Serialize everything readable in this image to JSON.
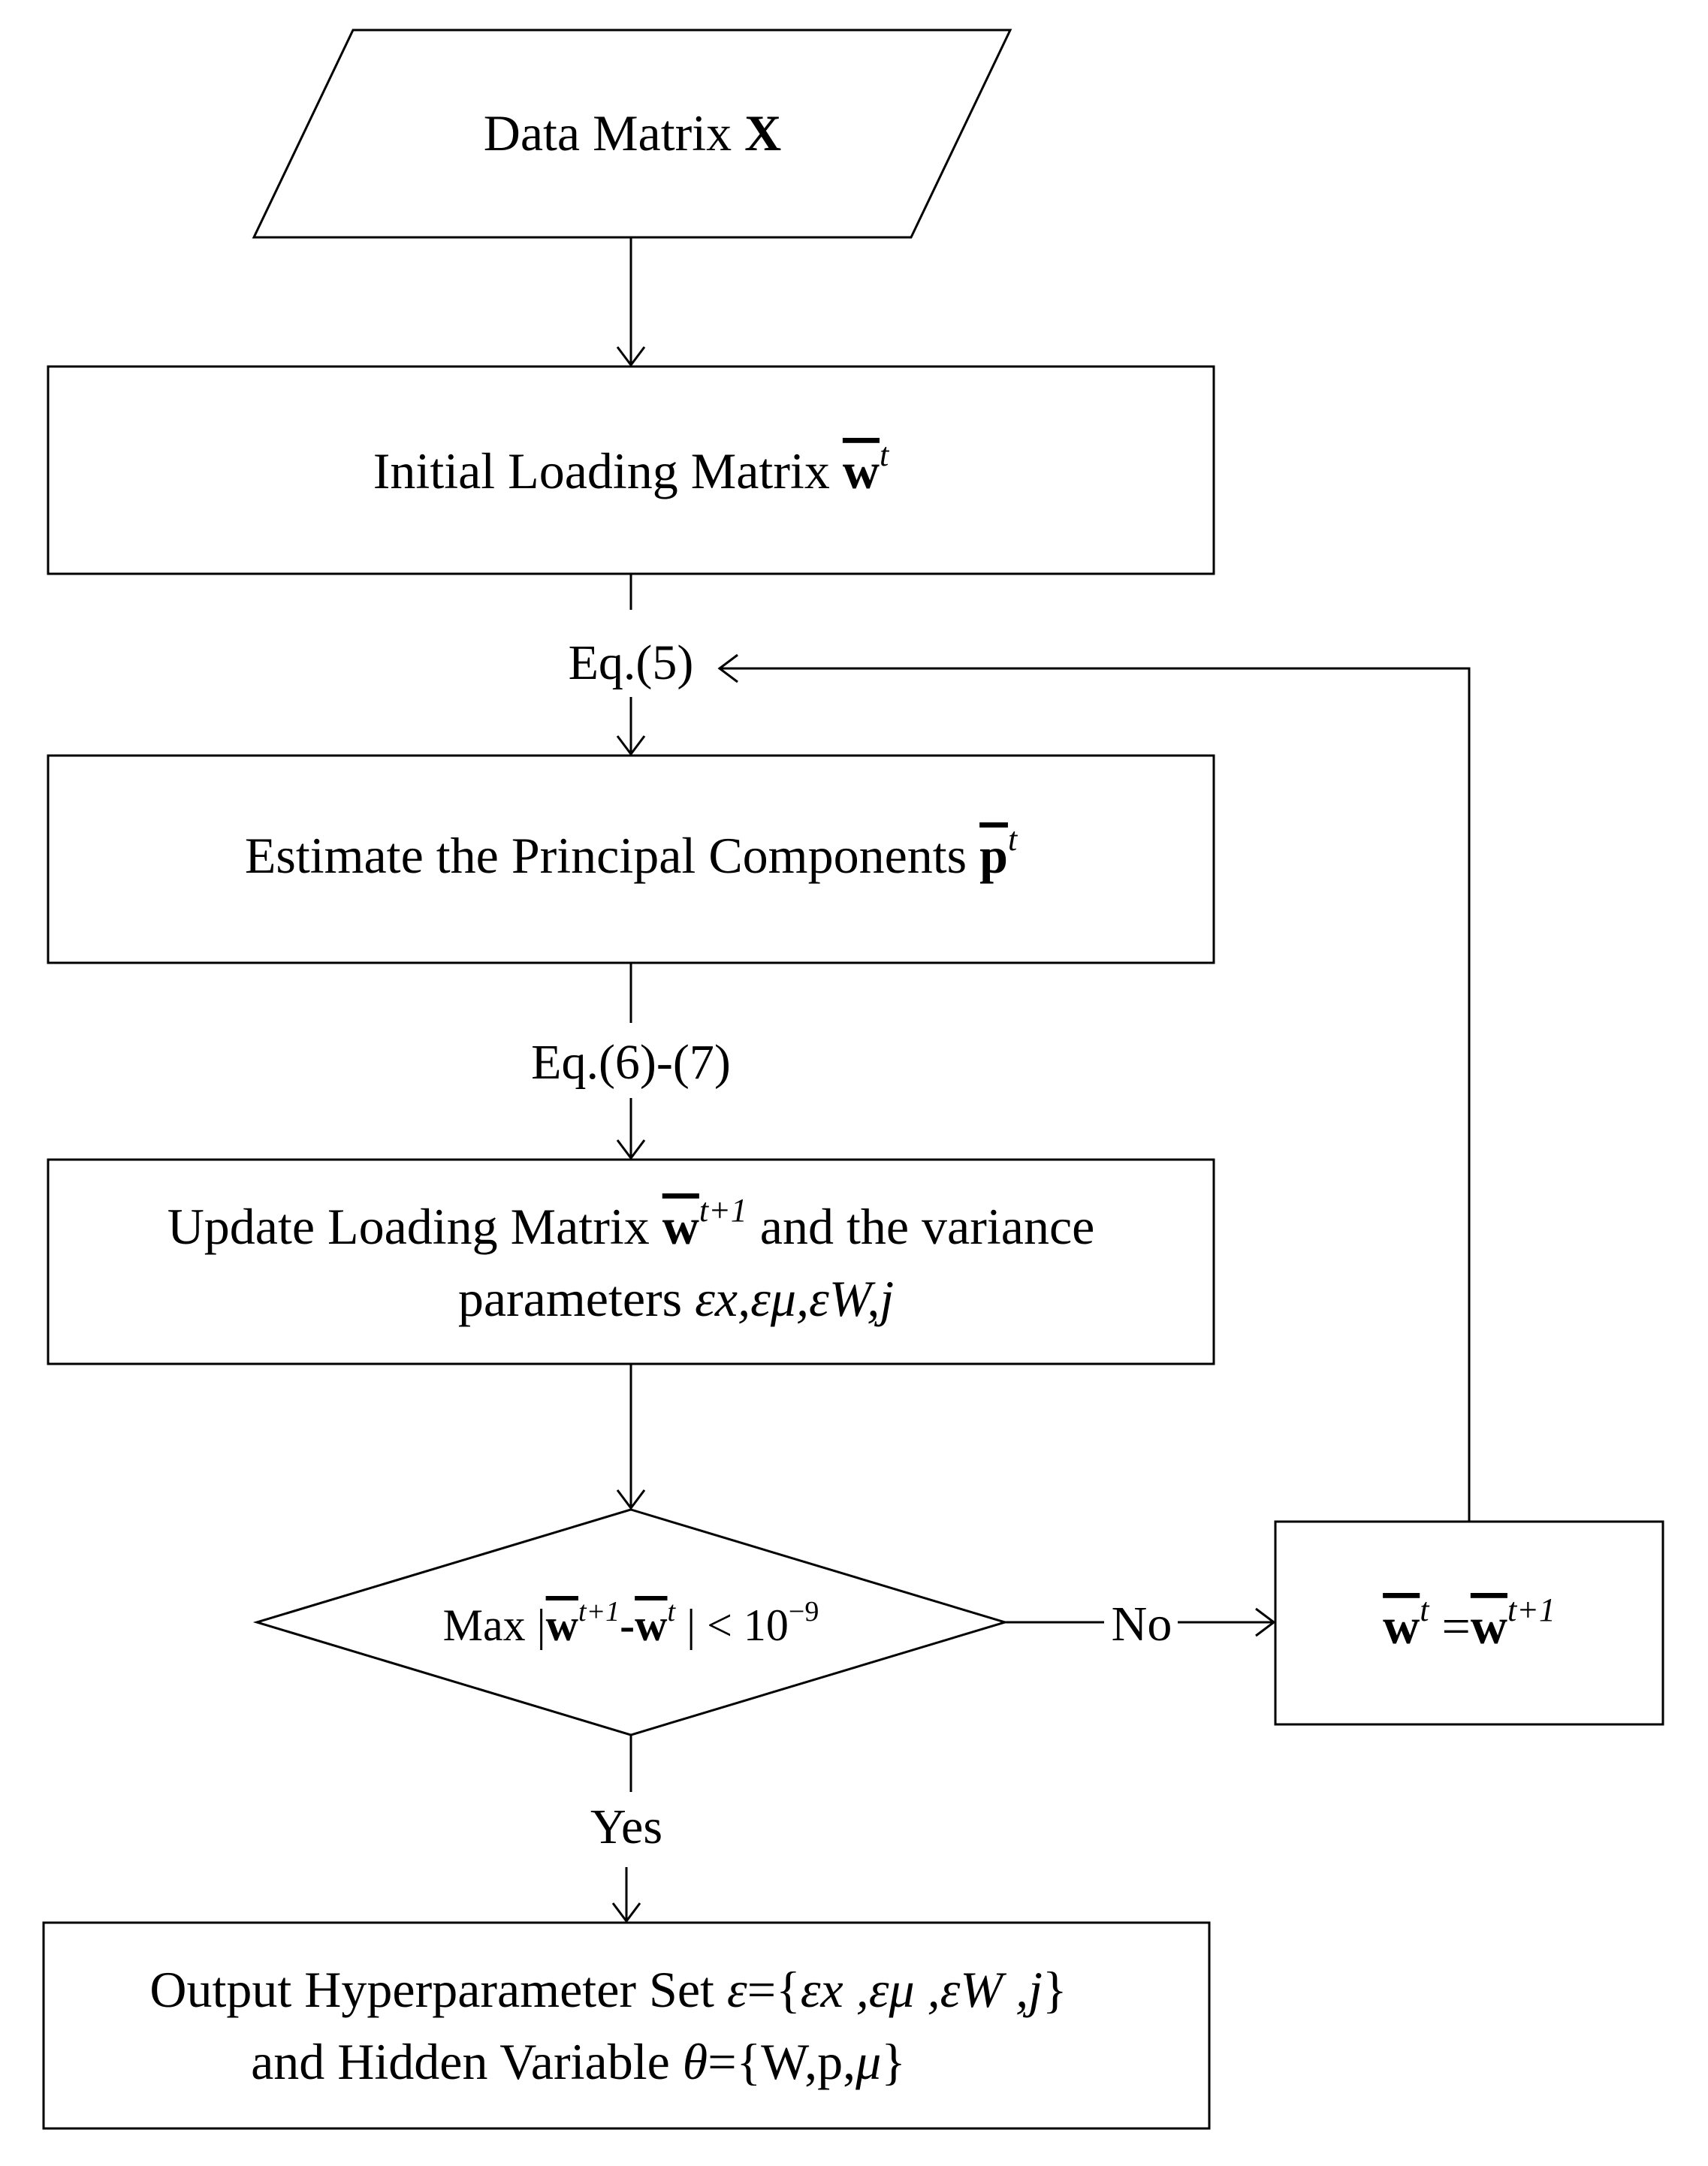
{
  "nodes": {
    "input": {
      "pre": "Data Matrix ",
      "bold": "X"
    },
    "init": {
      "pre": "Initial Loading Matrix ",
      "bold": "w",
      "sup": "t"
    },
    "estimate": {
      "pre": "Estimate the Principal Components ",
      "bold": "p",
      "sup": "t"
    },
    "update": {
      "line1_pre": "Update Loading Matrix ",
      "line1_bold": "w",
      "line1_sup": "t+1",
      "line1_post": " and  the variance",
      "line2_pre": "parameters ",
      "line2_math": "εx,εμ,εW,j"
    },
    "decision": {
      "pre": "Max",
      "bold1": "w",
      "sup1": "t+1",
      "minus": "-",
      "bold2": "w",
      "sup2": "t",
      "post": "< 10",
      "exp": "−9"
    },
    "assign": {
      "bold1": "w",
      "sup1": "t",
      "eq": " =",
      "bold2": "w",
      "sup2": "t+1"
    },
    "output": {
      "line1_pre": "Output Hyperparameter Set ",
      "line1_eps": "ε",
      "line1_eq": "={",
      "line1_math": "εx ,εμ ,εW ,j",
      "line1_close": "}",
      "line2_pre": "and  Hidden Variable ",
      "line2_theta": "θ",
      "line2_eq": "={W,p,",
      "line2_mu": "μ",
      "line2_close": "}"
    }
  },
  "edges": {
    "eq5": "Eq.(5)",
    "eq67": "Eq.(6)-(7)",
    "no": "No",
    "yes": "Yes"
  }
}
